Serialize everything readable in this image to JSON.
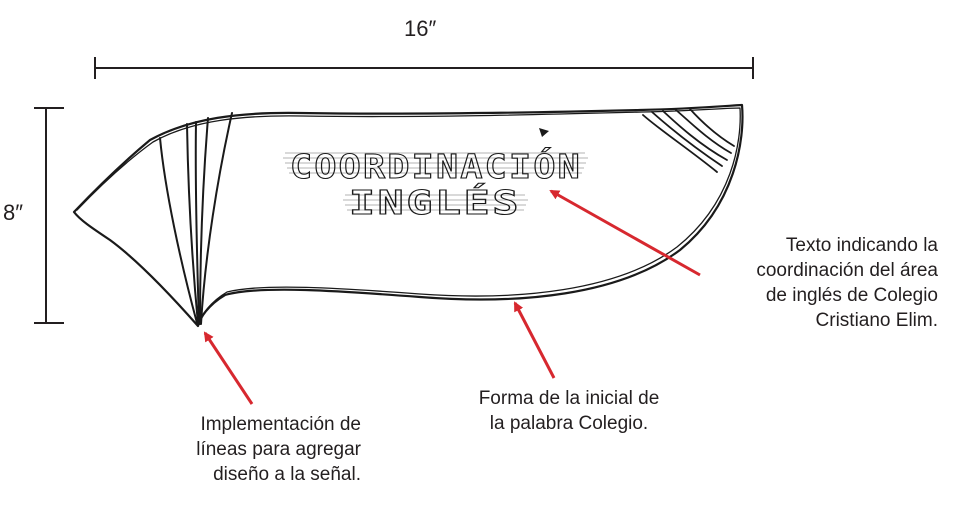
{
  "dimensions": {
    "width_label": "16″",
    "height_label": "8″"
  },
  "sign": {
    "text_line_1": "COORDINACIÓN",
    "text_line_2": "INGLÉS"
  },
  "annotations": {
    "text_callout": {
      "lines": [
        "Texto indicando la",
        "coordinación del área",
        "de inglés de Colegio",
        "Cristiano Elim."
      ]
    },
    "shape_callout": {
      "lines": [
        "Forma de la inicial de",
        "la palabra Colegio."
      ]
    },
    "lines_callout": {
      "lines": [
        "Implementación de",
        "líneas para agregar",
        "diseño a la señal."
      ]
    }
  },
  "colors": {
    "arrow": "#d7282f",
    "ink": "#1a1a1a",
    "text": "#231f20"
  }
}
